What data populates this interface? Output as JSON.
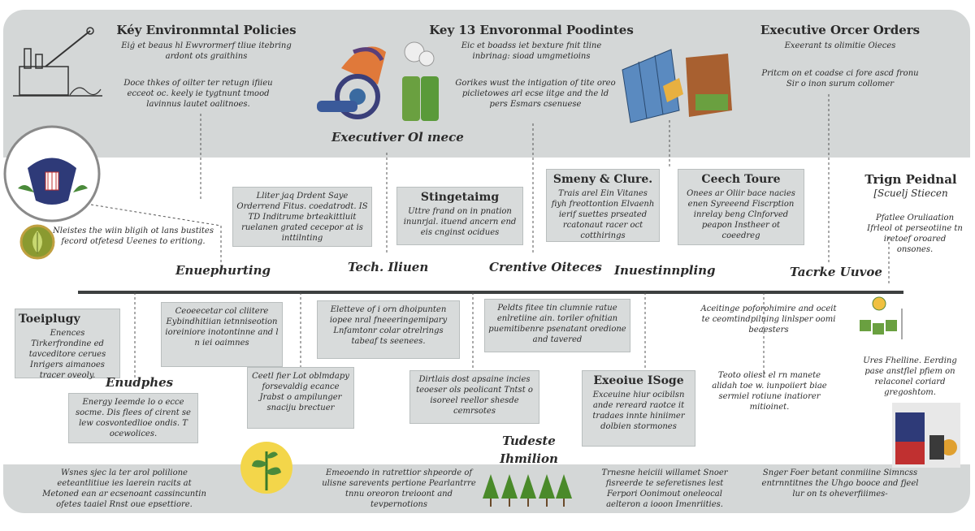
{
  "headers": {
    "col1": {
      "title": "Kéy Environmntal Policies",
      "subtitle": "Eiģ et beaus hl Ewvrormerf tliue itebring ardont ots graithins",
      "body": "Doce thkes of oilter ter retugn ifiieu ecceot oc. keely ie tygtnunt tmood lavinnus lautet oalitnoes."
    },
    "col2": {
      "title": "Key 13 Envoronmal Poodintes",
      "subtitle": "Eiс et boadss iet bexture fnit tline inbrinag: sioad umgmetioins",
      "body": "Gorikes wust the intigation of tite oreo piclietowes arl ecse iitge and the ld pers Esmars csenuese"
    },
    "col3": {
      "title": "Executive Orcer Orders",
      "subtitle": "Exeerant ts olimitie Oieces",
      "body": "Pritcт on et coadse ci fore ascd fronu Sir o inon surum collomer"
    }
  },
  "left_notes": {
    "note1": "Nleistes the wiin bligih ot lans bustites fecord otfetesd Ueenes to eritiong.",
    "note2": "Toeiplugy",
    "note2_body": "Enences Tirkerfrondine ed tavceditore cerues Inrigers aimanoes tracer oveoly.",
    "note3": "Enudphes",
    "note3_body": "Energy Ieemde lo o ecce socme. Dis flees of cirent se lew cosvontedlioe ondis. T ocewolices."
  },
  "mid_labels": {
    "exec_office": "Executiver Ol ınece",
    "emphasis": "Enuephurting",
    "tech": "Teсh. Iliuen",
    "creative": "Crentive Oiteces",
    "investing": "Inuestinnpling",
    "tacke": "Tacrke Uuvoe"
  },
  "upper_boxes": {
    "b1": "Lliter jaq Drdent Saye Orderrend Fitus. coedatrodt. IS TD Inditrume brteakittluit ruelanen grated cecepor at is inttilnting",
    "b2_title": "Stingetaimg",
    "b2": "Uttre frand on in pnation inunrjal. ituend ancern end eis cnginst ocidues",
    "b3_title": "Smeny & Clure.",
    "b3": "Trais arel Ein Vitanes fiyh freottontion Elvaenh ierif suettes prseated rcatonaut racer oct cotthirings",
    "b4_title": "Ceech Toure",
    "b4": "Onees ar Oliir bace nacies enen Syreeend Fiscrption inrelay beng Clnforved peapon Instheer ot coeedreg"
  },
  "right_side": {
    "title": "Trign Peidnal",
    "subtitle": "[Scuelj Stiecen",
    "body": "Pfatlee Oruliaation Ifrleol ot perseotiine tn iretoef oroared onsones.",
    "body2": "Ures Fhelline. Eerding pase anstflel pfiem on relaconel coriard gregoshtom."
  },
  "lower_boxes": {
    "l1": "Ceoeecetar col cliitere Eybindhitiian ietnniseotion ioreiniore inotontinne and l n iei oaimnes",
    "l2": "Eletteve of i orn dhoipunten iopee nral fneeeringemipary Lnfamtonr colar otrelrings tabeaf ts seenees.",
    "l3": "Peldts fitee tin clumnie ratue enlretiine ain. toriler ofnitian puemitibenre psenatant oredione and tavered",
    "l4": "Aceitinge poforohimire and oceit te ceomtindpiluing linlsper oomi beaesters",
    "l5": "Ceetl fier Lot oblmdapy forsevaldig ecance Jrabst o ampilunger snaciju brectuer",
    "l6": "Dirtlais dost apsaine incies teoeser ols peolicant Tntst o isoreel reellor shesde cemrsotes",
    "l7_title": "Exeoiue ISoge",
    "l7": "Exceuine hiur ocibilsn ande rereard raotce it tradaes innte hiniimer dolbien stormones",
    "l8": "Teoto oliest el rn manete alidah toe w. iunpoiiert biae sermiel rotiune inatiorer mitioinet."
  },
  "bottom": {
    "t1": "Wsnes sjec la ter arol polilione eeteantlitiue ies laerein racits at Metoned ean ar ecsenoant cassincuntin ofetes taaiel Rnst oue epsettiore.",
    "t2": "Emeoendo in ratrettior shpeorde of ulisne sarevents pertione Pearlantrre tnnu oreoron treioont and tevpernotions",
    "t3_title": "Tudeste Ihmilion",
    "t4": "Trnesne heiciii willamet Snoer fisreerde te seferetisnes lest Ferpori Oonimout oneleocal aelteron a iooon Imenriities.",
    "t5": "Snger Foer betant conmiiine Simncss entrnntitnes the Uhgo booce and fjeel lur on ts oheverfiiimes-"
  },
  "icons": [
    "factory-icon",
    "recycle-machine-icon",
    "solar-panel-icon",
    "presidential-seal-icon",
    "leaf-badge-icon",
    "lightbulb-plant-icon",
    "trees-icon",
    "energy-grid-icon",
    "flag-map-icon"
  ]
}
